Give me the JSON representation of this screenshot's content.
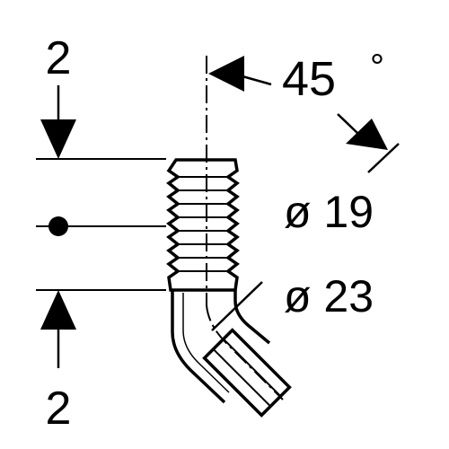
{
  "dimensions": {
    "top_offset": "2",
    "bottom_offset": "2",
    "angle": "45",
    "degree_symbol": "°",
    "inner_diameter": "ø 19",
    "outer_diameter": "ø 23"
  },
  "colors": {
    "ink": "#000000",
    "paper": "#ffffff"
  }
}
